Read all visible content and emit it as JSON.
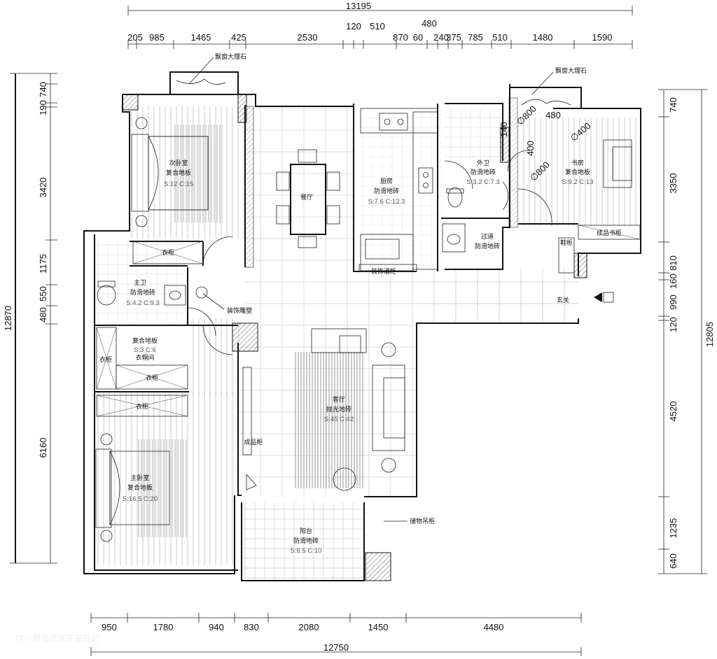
{
  "dimensions": {
    "top_total": "13195",
    "top_480": "480",
    "top_row": [
      "205",
      "985",
      "1465",
      "425",
      "2530",
      "120",
      "510",
      "870",
      "60",
      "240",
      "375",
      "785",
      "510",
      "1480",
      "1590"
    ],
    "bottom_row": [
      "950",
      "1780",
      "940",
      "830",
      "2080",
      "1450",
      "4480"
    ],
    "bottom_total": "12750",
    "left_total": "12870",
    "left_row": [
      "190",
      "740",
      "3420",
      "1175",
      "480",
      "550",
      "6160"
    ],
    "right_total": "12805",
    "right_row": [
      "740",
      "3350",
      "810",
      "160",
      "990",
      "120",
      "4520",
      "1235",
      "640"
    ],
    "diagonals": [
      "∅800",
      "480",
      "∅400",
      "140",
      "400",
      "∅800"
    ]
  },
  "rooms": {
    "second_bedroom": {
      "name": "次卧室",
      "floor": "复合地板",
      "sc": "S:12 C:15"
    },
    "dining": {
      "name": "餐厅"
    },
    "kitchen": {
      "name": "厨房",
      "floor": "防滑地砖",
      "sc": "S:7.6 C:12.3"
    },
    "guest_bath": {
      "name": "外卫",
      "floor": "防滑地砖",
      "sc": "S:3.2 C:7.3"
    },
    "study": {
      "name": "书房",
      "floor": "复合地板",
      "sc": "S:9.2 C:13"
    },
    "hallway": {
      "name": "过道",
      "floor": "防滑地砖"
    },
    "master_bath": {
      "name": "主卫",
      "floor": "防滑地砖",
      "sc": "S:4.2 C:9.3"
    },
    "closet_room": {
      "floor": "复合地板",
      "sc": "S:3 C:6",
      "name": "衣帽间"
    },
    "living": {
      "name": "客厅",
      "floor": "抛光地砖",
      "sc": "S:45 C:42"
    },
    "master_bedroom": {
      "name": "主卧室",
      "floor": "复合地板",
      "sc": "S:16.5 C:20"
    },
    "balcony": {
      "name": "阳台",
      "floor": "防滑地砖",
      "sc": "S:6.5 C:10"
    },
    "entry": {
      "name": "玄关"
    }
  },
  "labels": {
    "bay_marble_left": "飘窗大理石",
    "bay_marble_right": "飘窗大理石",
    "wardrobe_top": "衣柜",
    "wardrobe_left": "衣柜",
    "wardrobe_mid": "衣柜",
    "wardrobe_lower": "衣柜",
    "decor_sculpture": "装饰雕塑",
    "decor_cabinet": "装饰酒柜",
    "bookcase": "成品书柜",
    "shoe_cabinet": "鞋柜",
    "display_cabinet": "成品柜",
    "storage_cabinet": "储物吊柜"
  },
  "watermark": "住小帮@武汉齐家日记"
}
